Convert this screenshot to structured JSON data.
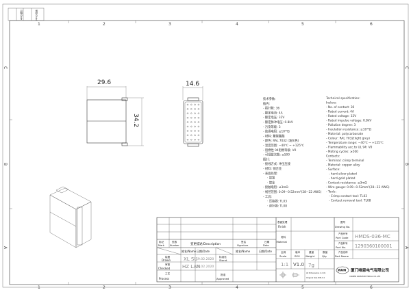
{
  "corner_box": {
    "cell1": "日期/Date",
    "cell2": "审核/Chkd"
  },
  "zones": {
    "columns": [
      "1",
      "2",
      "3",
      "4",
      "5",
      "6"
    ],
    "rows": [
      "C",
      "B",
      "A"
    ]
  },
  "dimensions": {
    "length": "29.6",
    "height": "34.2",
    "width": "14.6"
  },
  "spec_cn": [
    "技术参数:",
    "插壳:",
    "- 插针数: 36",
    "- 额定电流: 4A",
    "- 额定电压: 32V",
    "- 额定脉冲电压: 0.8kV",
    "- 污染等级: 3",
    "- 绝缘电阻: ≥10¹⁰Ω",
    "- 材料: 聚碳酸酯",
    "- 颜色: RAL 7032 (浅灰色)",
    "- 温度范围: −40℃ ~ +125℃",
    "- 阻燃性 94阻燃等级: V0",
    "- 可插拔次数: ≥500",
    "插针:",
    "- 接线方式: 冲压压接",
    "- 材料: 铜合金",
    "- 表面处理:",
    "· 镀银",
    "· 镀金",
    "- 接触电阻: ≤3mΩ",
    "- 线径范围: 0.09−0.52mm²(28−22 AWG)",
    "- 工具:",
    "· 压接器: TL03",
    "· 退针器: TL08"
  ],
  "spec_en": [
    "Technical specification:",
    "Inslers:",
    "- No. of contact: 36",
    "- Rated current: 4A",
    "- Rated voltage: 32V",
    "- Rated impulse voltage: 0.8kV",
    "- Pollution degree: 3",
    "- Insulation resistance: ≥10¹⁰Ω",
    "- Material: polycarbonate",
    "- Colour: RAL 7032(light grey)",
    "- Temperature range: −40℃ ~ +125℃",
    "- Flammability acc.to UL 94: V0",
    "- Mating cycles: ≥500",
    "Contacts:",
    "- Terminal: crimp terminal",
    "- Material: copper alloy",
    "- Surface:",
    "- hard-silver plated",
    "- hard-gold plated",
    "- Contact resistance: ≤3mΩ",
    "- Wire gauge: 0.09−0.52mm²(28−22 AWG)",
    "- Tools:",
    "- Crimp contact tool: TL03",
    "- Contact removal tool: TL08"
  ],
  "title_block": {
    "mark": "标记\nMark",
    "mark_cn": "标记",
    "mark_en": "Mark",
    "number_cn": "处数",
    "number_en": "Number",
    "description": "变更描述/Description",
    "signature_cn": "签名",
    "signature_en": "Signature",
    "date_cn": "日期",
    "date_en": "Date",
    "name_header": "姓名/Name",
    "date_header": "日期/Date",
    "name_header2": "姓名/Name",
    "date_header2": "日期/Date",
    "drawn_cn": "绘图",
    "drawn_en": "Drawn",
    "drawn_name": "XL SU",
    "drawn_date": "19.02.2020",
    "checked_cn": "审核",
    "checked_en": "Checked",
    "checked_name": "HZ LAN",
    "checked_date": "19.02.2020",
    "process_cn": "工艺",
    "process_en": "Process",
    "stand_cn": "标准化",
    "stand_en": "Stand.",
    "approved_cn": "批准",
    "approved_en": "Approved",
    "finish_cn": "表面处理",
    "finish_en": "Finish",
    "material_cn": "材料",
    "material_en": "Material",
    "scale_cn": "比例",
    "scale_en": "Scale",
    "scale": "1:1",
    "rev_cn": "版本",
    "rev_en": "REV.",
    "rev": "V1.0",
    "weight_cn": "重量",
    "weight_en": "Weight",
    "weight": "7g",
    "qty_cn": "数量",
    "qty_en": "Qty.",
    "dims_note1": "All Dimensions in mm",
    "dims_note2": "Original Size DIN A 4",
    "drawing_no_cn": "图号",
    "drawing_no_en": "Drawing No.",
    "part_code_cn": "产品代号",
    "part_code_en": "Part Code",
    "part_code": "HMDS-036-MC",
    "part_no_cn": "产品料号",
    "part_no_en": "Part No.",
    "part_no": "1290360100001",
    "part_name_cn": "产品名称",
    "part_name_en": "Part Name",
    "logo": "WAIN",
    "company_cn": "厦门唯恩电气有限公司",
    "company_en": "XIAMEN WAIN ELECTRICAL CO.,LTD"
  }
}
